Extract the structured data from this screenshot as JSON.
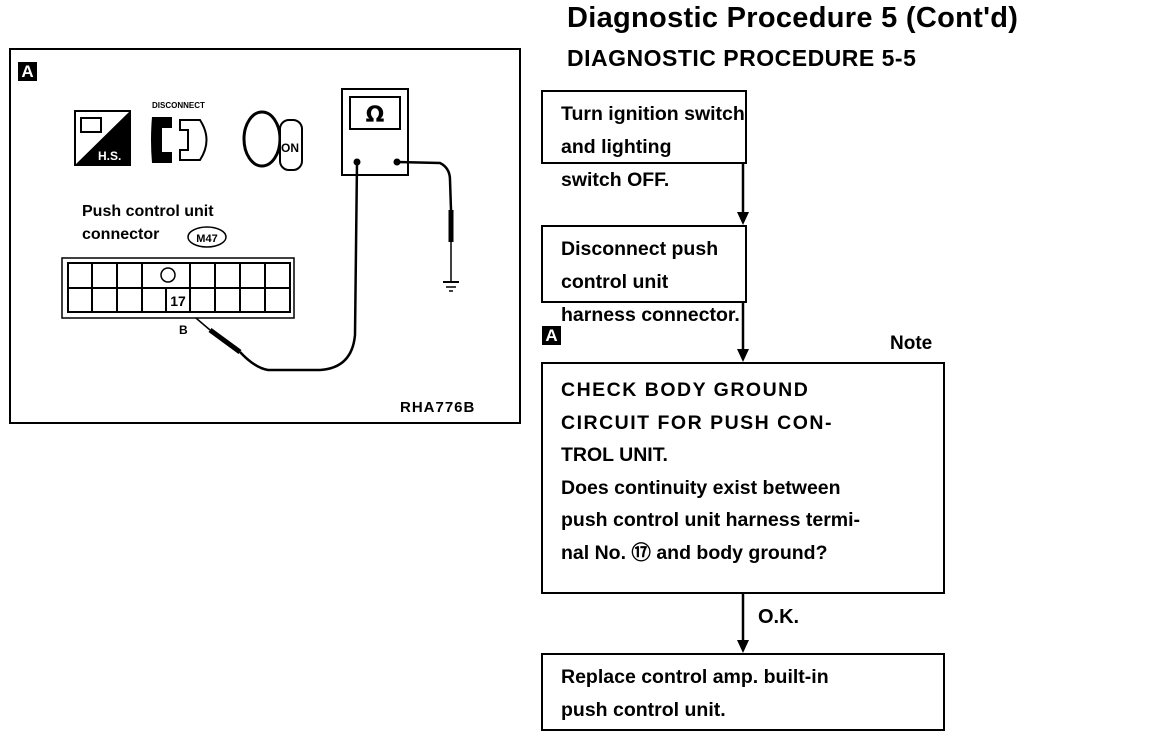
{
  "header": {
    "title": "Diagnostic Procedure 5 (Cont'd)",
    "subtitle": "DIAGNOSTIC PROCEDURE 5-5"
  },
  "figure": {
    "badge": "A",
    "icons": [
      "harness-side-icon",
      "disconnect-connector-icon",
      "ignition-key-on-icon",
      "ohmmeter-icon",
      "ground-icon"
    ],
    "disconnect_label": "DISCONNECT",
    "hs_label": "H.S.",
    "on_label": "ON",
    "meter_symbol": "Ω",
    "connector_label_1": "Push control unit",
    "connector_label_2": "connector",
    "connector_id": "M47",
    "terminal": "17",
    "color_label": "B",
    "ref_code": "RHA776B"
  },
  "flow": {
    "step1": [
      "Turn ignition switch and lighting",
      "switch OFF."
    ],
    "step2": [
      "Disconnect push control unit",
      "harness connector."
    ],
    "badge": "A",
    "note": "Note",
    "step3": [
      "CHECK BODY GROUND",
      "CIRCUIT FOR PUSH CON-",
      "TROL UNIT.",
      "Does continuity exist between",
      "push control unit harness termi-",
      "nal No. ⑰ and body ground?"
    ],
    "ok_label": "O.K.",
    "step4": [
      "Replace control amp. built-in",
      "push control unit."
    ]
  }
}
